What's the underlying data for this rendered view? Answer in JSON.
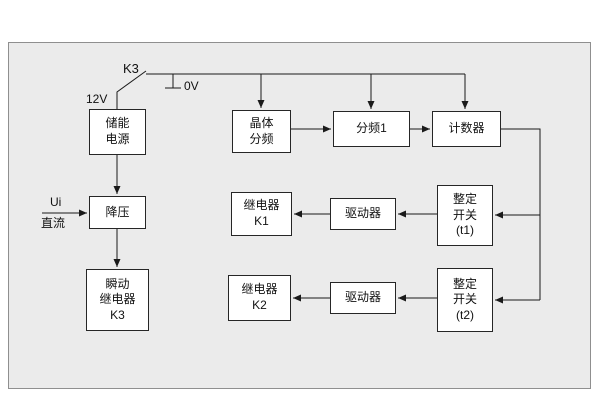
{
  "labels": {
    "k3_switch": "K3",
    "v12": "12V",
    "v0": "0V",
    "ui": "Ui",
    "dc": "直流"
  },
  "boxes": {
    "storage_power": "储能\n电源",
    "stepdown": "降压",
    "instant_relay_k3": "瞬动\n继电器\nK3",
    "crystal_divider": "晶体\n分频",
    "divider1": "分频1",
    "counter": "计数器",
    "relay_k1": "继电器\nK1",
    "driver1": "驱动器",
    "setting_switch_t1": "整定\n开关\n(t1)",
    "relay_k2": "继电器\nK2",
    "driver2": "驱动器",
    "setting_switch_t2": "整定\n开关\n(t2)"
  },
  "colors": {
    "line": "#1a1a1a",
    "box_background": "#ffffff",
    "frame_background": "#ebebeb"
  }
}
